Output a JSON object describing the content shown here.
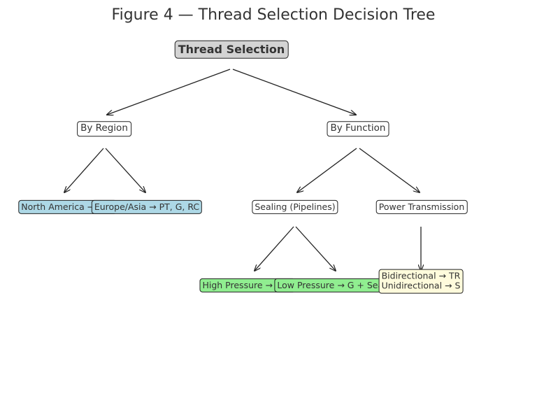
{
  "title": "Figure 4 — Thread Selection Decision Tree",
  "nodes": {
    "root": "Thread Selection",
    "by_region": "By Region",
    "by_function": "By Function",
    "north_america": "North America → NPT",
    "europe_asia": "Europe/Asia → PT, G, RC",
    "sealing": "Sealing (Pipelines)",
    "power": "Power Transmission",
    "high_pressure": "High Pressure → NPT",
    "low_pressure": "Low Pressure → G + Seal",
    "motion": {
      "line1": "Bidirectional → TR",
      "line2": "Unidirectional → S"
    }
  },
  "colors": {
    "root_fill": "#d3d3d3",
    "region_leaf_fill": "#add8e6",
    "sealing_leaf_fill": "#90ee90",
    "power_leaf_fill": "#fffbdc",
    "edge": "#222222"
  }
}
